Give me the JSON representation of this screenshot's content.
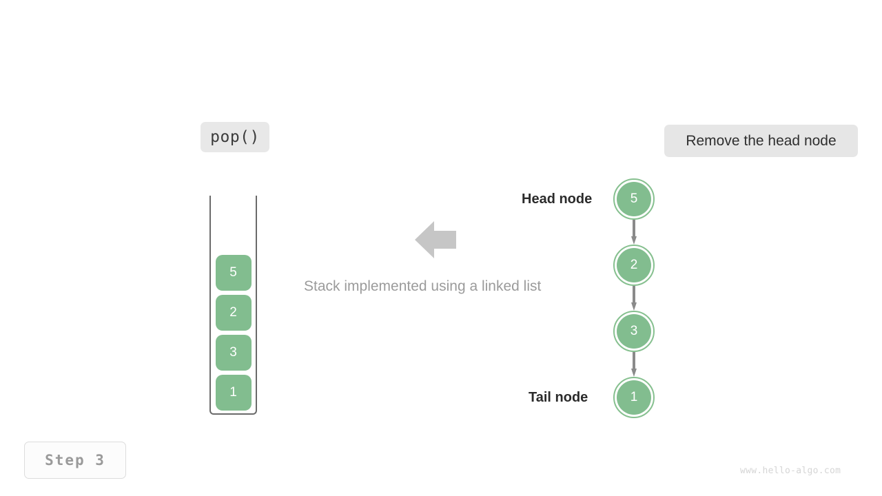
{
  "operation": {
    "label": "pop()"
  },
  "action": {
    "label": "Remove the head node"
  },
  "step": {
    "label": "Step 3"
  },
  "watermark": {
    "text": "www.hello-algo.com"
  },
  "caption": {
    "text": "Stack implemented using a linked list"
  },
  "stack": {
    "items": [
      {
        "value": "5"
      },
      {
        "value": "2"
      },
      {
        "value": "3"
      },
      {
        "value": "1"
      }
    ]
  },
  "linked_list": {
    "nodes": [
      {
        "value": "5"
      },
      {
        "value": "2"
      },
      {
        "value": "3"
      },
      {
        "value": "1"
      }
    ],
    "head_label": "Head node",
    "tail_label": "Tail node"
  },
  "colors": {
    "node_fill": "#82bd8f",
    "node_ring": "#86c08f",
    "arrow_gray": "#8a8a8a",
    "block_arrow": "#c6c6c6",
    "label_bg": "#e6e6e6",
    "container_border": "#6a6a6a",
    "caption_text": "#9b9b9b",
    "watermark_text": "#d5d5d5"
  },
  "icons": {
    "block_arrow": "arrow-left-icon",
    "link_arrow": "arrow-down-icon"
  }
}
